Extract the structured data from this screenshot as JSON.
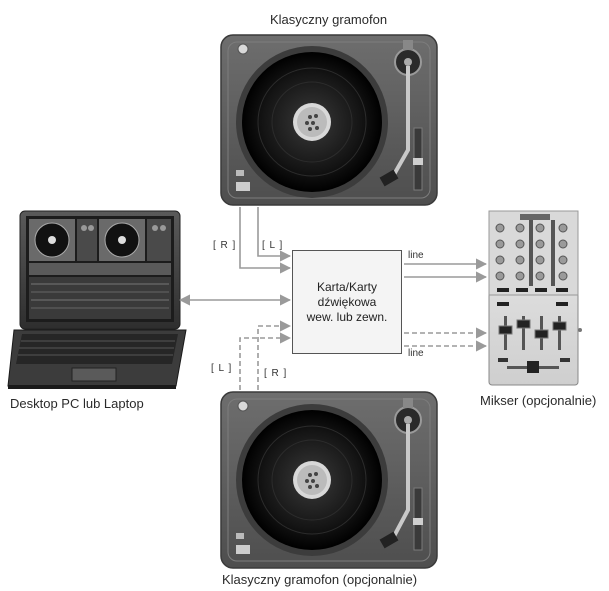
{
  "turntable_top": {
    "label": "Klasyczny gramofon"
  },
  "turntable_bottom": {
    "label": "Klasyczny gramofon (opcjonalnie)"
  },
  "computer": {
    "label": "Desktop PC lub Laptop"
  },
  "mixer": {
    "label": "Mikser (opcjonalnie)"
  },
  "sound_card": {
    "line1": "Karta/Karty",
    "line2": "dźwiękowa",
    "line3": "wew. lub zewn."
  },
  "channels": {
    "top_r": "[ R ]",
    "top_l": "[ L ]",
    "bottom_l": "[ L ]",
    "bottom_r": "[ R ]",
    "line_top": "line",
    "line_bottom": "line"
  },
  "colors": {
    "arrow": "#999999",
    "turntable_body": "#5c5c5c",
    "platter": "#111111"
  }
}
